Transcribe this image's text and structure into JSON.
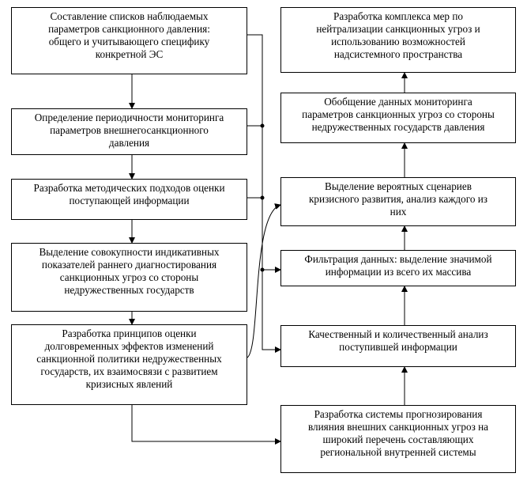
{
  "left_boxes": [
    {
      "text": "Составление списков наблюдаемых\nпараметров санкционного давления:\nобщего и учитывающего специфику\nконкретной ЭС"
    },
    {
      "text": "Определение периодичности мониторинга\nпараметров внешнегосанкционного\nдавления"
    },
    {
      "text": "Разработка методических подходов оценки\nпоступающей информации"
    },
    {
      "text": "Выделение совокупности индикативных\nпоказателей раннего диагностирования\nсанкционных угроз со стороны\nнедружественных государств"
    },
    {
      "text": "Разработка принципов оценки\nдолговременных эффектов изменений\nсанкционной политики недружественных\nгосударств, их взаимосвязи с развитием\nкризисных явлений"
    }
  ],
  "right_boxes": [
    {
      "text": "Разработка комплекса мер по\nнейтрализации санкционных угроз и\nиспользованию возможностей\nнадсистемного пространства"
    },
    {
      "text": "Обобщение данных мониторинга\nпараметров санкционных угроз со стороны\nнедружественных государств давления"
    },
    {
      "text": "Выделение вероятных сценариев\nкризисного развития, анализ каждого из\nних"
    },
    {
      "text": "Фильтрация данных: выделение значимой\nинформации из всего их массива"
    },
    {
      "text": "Качественный и количественный анализ\nпоступившей информации"
    },
    {
      "text": "Разработка системы прогнозирования\nвлияния внешних санкционных угроз на\nширокий перечень составляющих\nрегиональной внутренней системы"
    }
  ]
}
